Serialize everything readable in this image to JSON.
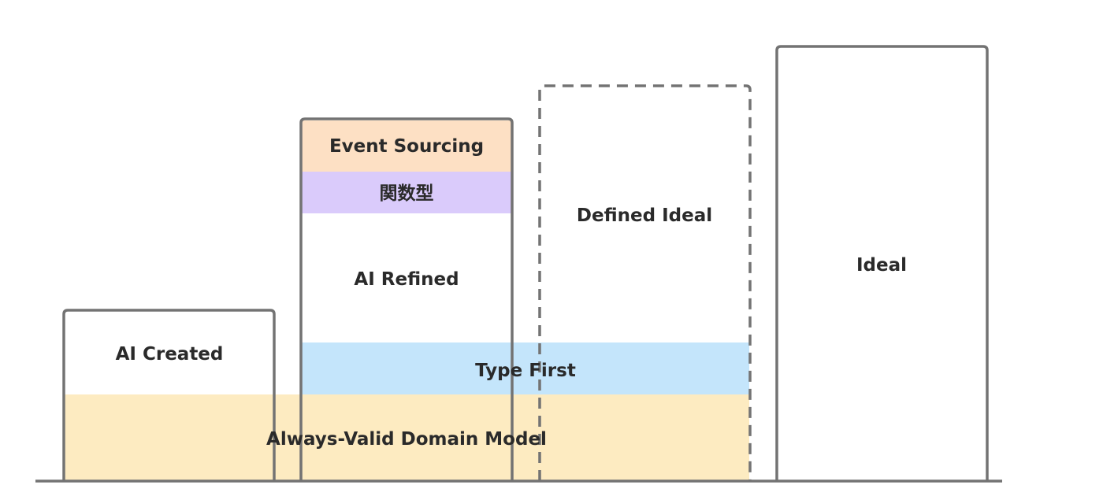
{
  "labels": {
    "ai_created": "AI Created",
    "event_sourcing": "Event Sourcing",
    "functional": "関数型",
    "ai_refined": "AI Refined",
    "defined_ideal": "Defined Ideal",
    "ideal": "Ideal",
    "type_first": "Type First",
    "always_valid": "Always-Valid Domain Model"
  },
  "colors": {
    "outline": "#737373",
    "always_valid_band": "#fdebc1",
    "type_first_band": "#c4e5fb",
    "functional_band": "#dacbfb",
    "event_sourcing_band": "#fde0c4",
    "text": "#2a2a2a"
  }
}
